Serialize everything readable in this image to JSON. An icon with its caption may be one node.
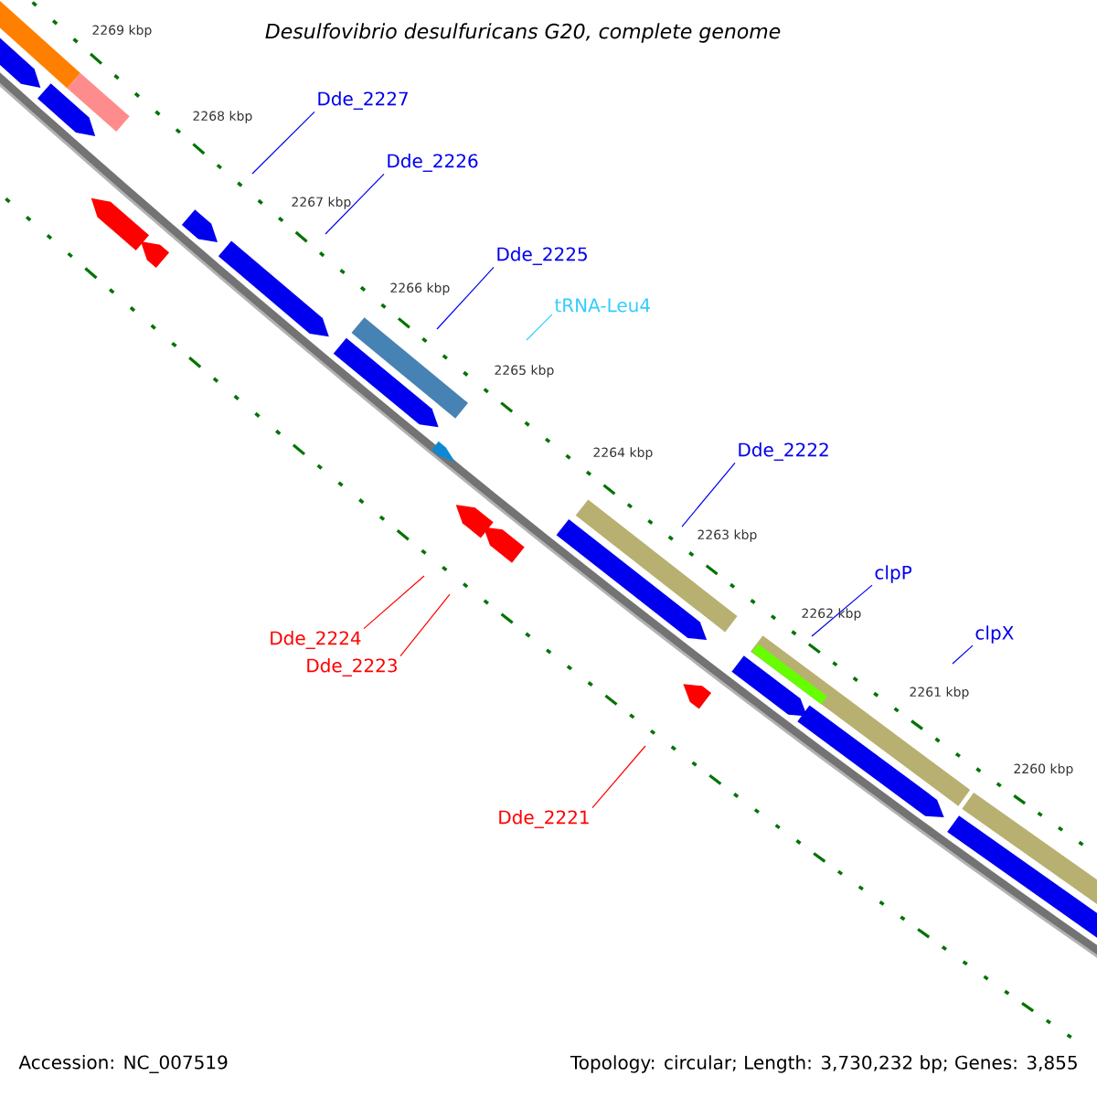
{
  "diagram": {
    "title": "Desulfovibrio desulfuricans G20, complete genome",
    "nodes": [
      {
        "text": [
          "Dde_2227"
        ]
      },
      {
        "text": [
          "Dde_2226"
        ]
      },
      {
        "text": [
          "Dde_2225"
        ]
      },
      {
        "text": [
          "tRNA-Leu4"
        ]
      },
      {
        "text": [
          "Dde_2222"
        ]
      },
      {
        "text": [
          "clpP"
        ]
      },
      {
        "text": [
          "clpX"
        ]
      },
      {
        "text": [
          "Dde_2224"
        ]
      },
      {
        "text": [
          "Dde_2223"
        ]
      },
      {
        "text": [
          "Dde_2221"
        ]
      }
    ],
    "edges": [
      {
        "from": 0,
        "to": null,
        "arrow": "none"
      },
      {
        "from": 1,
        "to": null,
        "arrow": "none"
      },
      {
        "from": 2,
        "to": null,
        "arrow": "none"
      },
      {
        "from": 3,
        "to": null,
        "arrow": "none",
        "color": "#33ccff"
      },
      {
        "from": 4,
        "to": null,
        "arrow": "none"
      },
      {
        "from": 5,
        "to": null,
        "arrow": "none"
      },
      {
        "from": 6,
        "to": null,
        "arrow": "none"
      },
      {
        "from": 7,
        "to": null,
        "arrow": "none",
        "color": "#ff0000"
      },
      {
        "from": 8,
        "to": null,
        "arrow": "none",
        "color": "#ff0000"
      },
      {
        "from": 9,
        "to": null,
        "arrow": "none",
        "color": "#ff0000"
      }
    ],
    "labels": [
      "2269 kbp",
      "2268 kbp",
      "2267 kbp",
      "2266 kbp",
      "2265 kbp",
      "2264 kbp",
      "2263 kbp",
      "2262 kbp",
      "2261 kbp",
      "2260 kbp",
      "Accession: NC_007519",
      "Topology: circular; Length: 3,730,232 bp; Genes: 3,855"
    ]
  }
}
